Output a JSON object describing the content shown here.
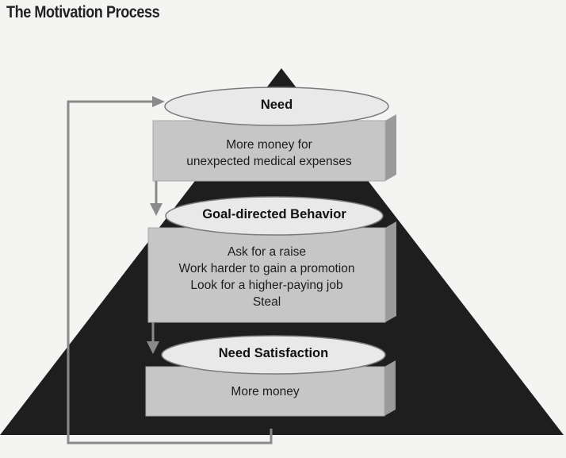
{
  "title": "The Motivation Process",
  "stages": [
    {
      "heading": "Need",
      "details": [
        "More money for",
        "unexpected medical expenses"
      ]
    },
    {
      "heading": "Goal-directed Behavior",
      "details": [
        "Ask for a raise",
        "Work harder to gain a promotion",
        "Look for a higher-paying job",
        "Steal"
      ]
    },
    {
      "heading": "Need Satisfaction",
      "details": [
        "More money"
      ]
    }
  ],
  "colors": {
    "pyramid": "#1e1e1e",
    "box": "#c6c6c6",
    "box_side": "#9a9a9a",
    "oval": "#e9e9e9",
    "arrow": "#8a8a8a"
  }
}
